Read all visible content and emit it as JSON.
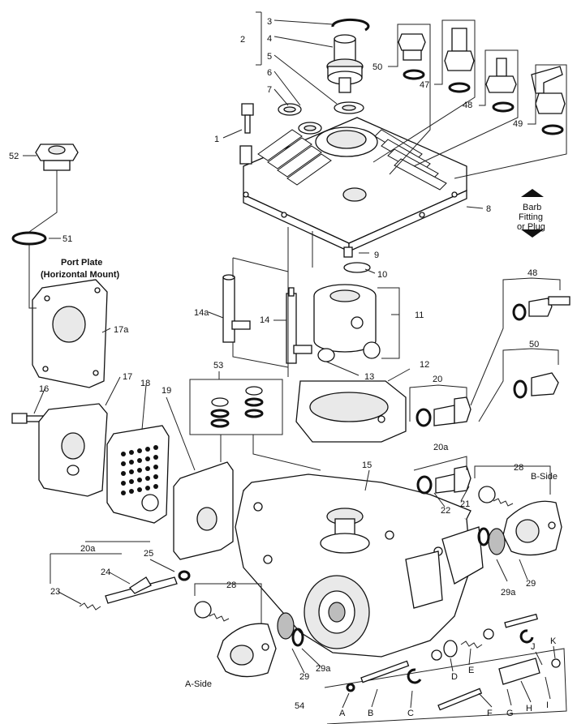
{
  "callouts": {
    "n1": "1",
    "n2": "2",
    "n3": "3",
    "n4": "4",
    "n5": "5",
    "n6": "6",
    "n7": "7",
    "n8": "8",
    "n9": "9",
    "n10": "10",
    "n11": "11",
    "n12": "12",
    "n13": "13",
    "n14": "14",
    "n14a": "14a",
    "n15": "15",
    "n16": "16",
    "n17": "17",
    "n17a": "17a",
    "n18": "18",
    "n19": "19",
    "n20": "20",
    "n20a": "20a",
    "n20a_l": "20a",
    "n21": "21",
    "n22": "22",
    "n23": "23",
    "n24": "24",
    "n25": "25",
    "n28a": "28",
    "n28b": "28",
    "n29": "29",
    "n29b": "29",
    "n29a": "29a",
    "n29a_b": "29a",
    "n47": "47",
    "n48": "48",
    "n48b": "48",
    "n49": "49",
    "n50": "50",
    "n50b": "50",
    "n51": "51",
    "n52": "52",
    "n53": "53",
    "n54": "54",
    "A": "A",
    "B": "B",
    "C": "C",
    "D": "D",
    "E": "E",
    "F": "F",
    "G": "G",
    "H": "H",
    "I": "I",
    "J": "J",
    "K": "K"
  },
  "labels": {
    "port_plate_line1": "Port Plate",
    "port_plate_line2": "(Horizontal Mount)",
    "barb_line1": "Barb",
    "barb_line2": "Fitting",
    "barb_line3": "or Plug",
    "a_side": "A-Side",
    "b_side": "B-Side"
  }
}
